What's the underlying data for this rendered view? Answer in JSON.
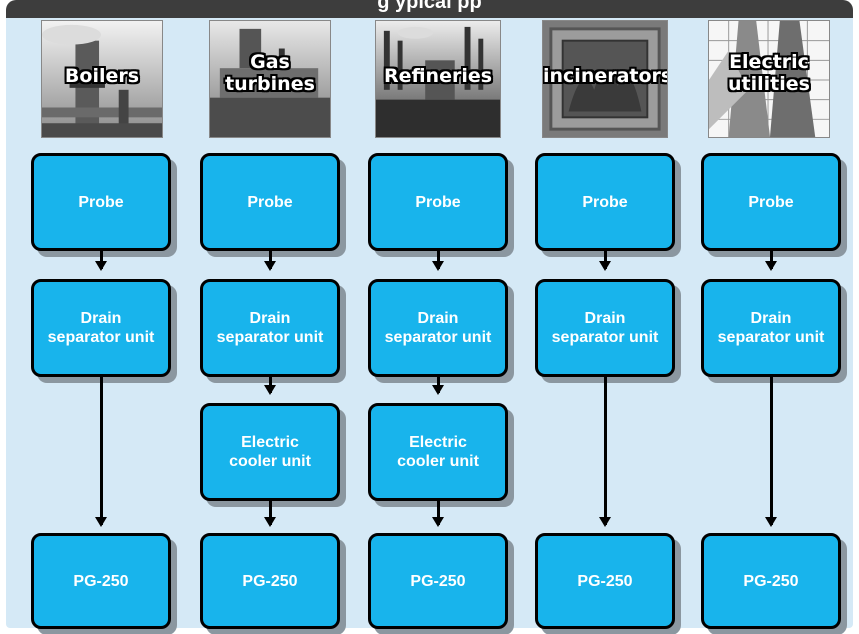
{
  "header": {
    "title": "g          ypical  pp"
  },
  "columns": [
    {
      "image_label": "Boilers",
      "steps": [
        "Probe",
        "Drain\nseparator unit",
        "PG-250"
      ]
    },
    {
      "image_label": "Gas\nturbines",
      "steps": [
        "Probe",
        "Drain\nseparator unit",
        "Electric\ncooler unit",
        "PG-250"
      ]
    },
    {
      "image_label": "Refineries",
      "steps": [
        "Probe",
        "Drain\nseparator unit",
        "Electric\ncooler unit",
        "PG-250"
      ]
    },
    {
      "image_label": "incinerators",
      "steps": [
        "Probe",
        "Drain\nseparator unit",
        "PG-250"
      ]
    },
    {
      "image_label": "Electric\nutilities",
      "steps": [
        "Probe",
        "Drain\nseparator unit",
        "PG-250"
      ]
    }
  ],
  "colors": {
    "box_fill": "#18b4ec",
    "box_border": "#000000",
    "panel_bg": "#d5e9f6",
    "header_bg": "#3d3d3d"
  }
}
